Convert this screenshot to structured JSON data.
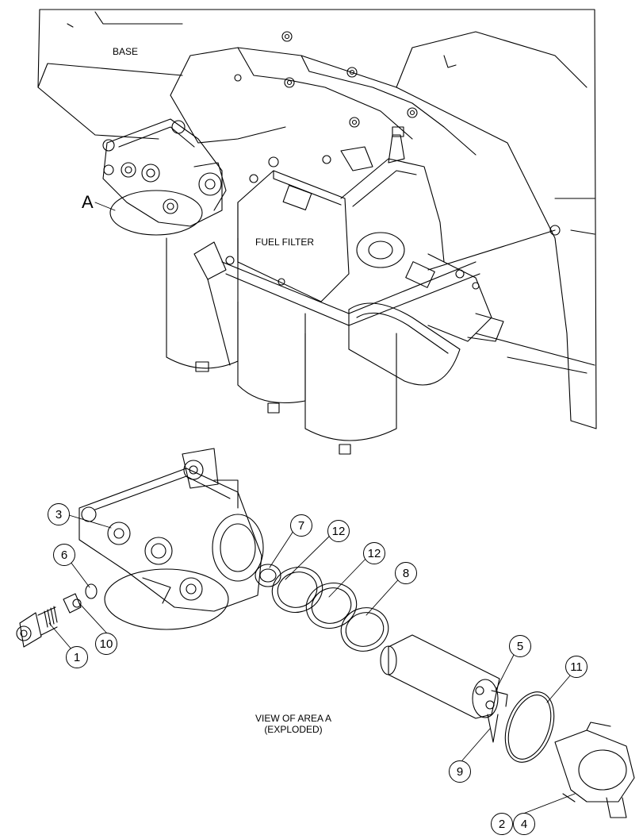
{
  "labels": {
    "base": "BASE",
    "fuel_filter": "FUEL FILTER",
    "area": "A",
    "view_line1": "VIEW OF AREA A",
    "view_line2": "(EXPLODED)"
  },
  "callouts": {
    "c1": "1",
    "c2": "2",
    "c3": "3",
    "c4": "4",
    "c5": "5",
    "c6": "6",
    "c7": "7",
    "c8": "8",
    "c9": "9",
    "c10": "10",
    "c11": "11",
    "c12a": "12",
    "c12b": "12"
  },
  "colors": {
    "line": "#000000",
    "background": "#ffffff"
  }
}
